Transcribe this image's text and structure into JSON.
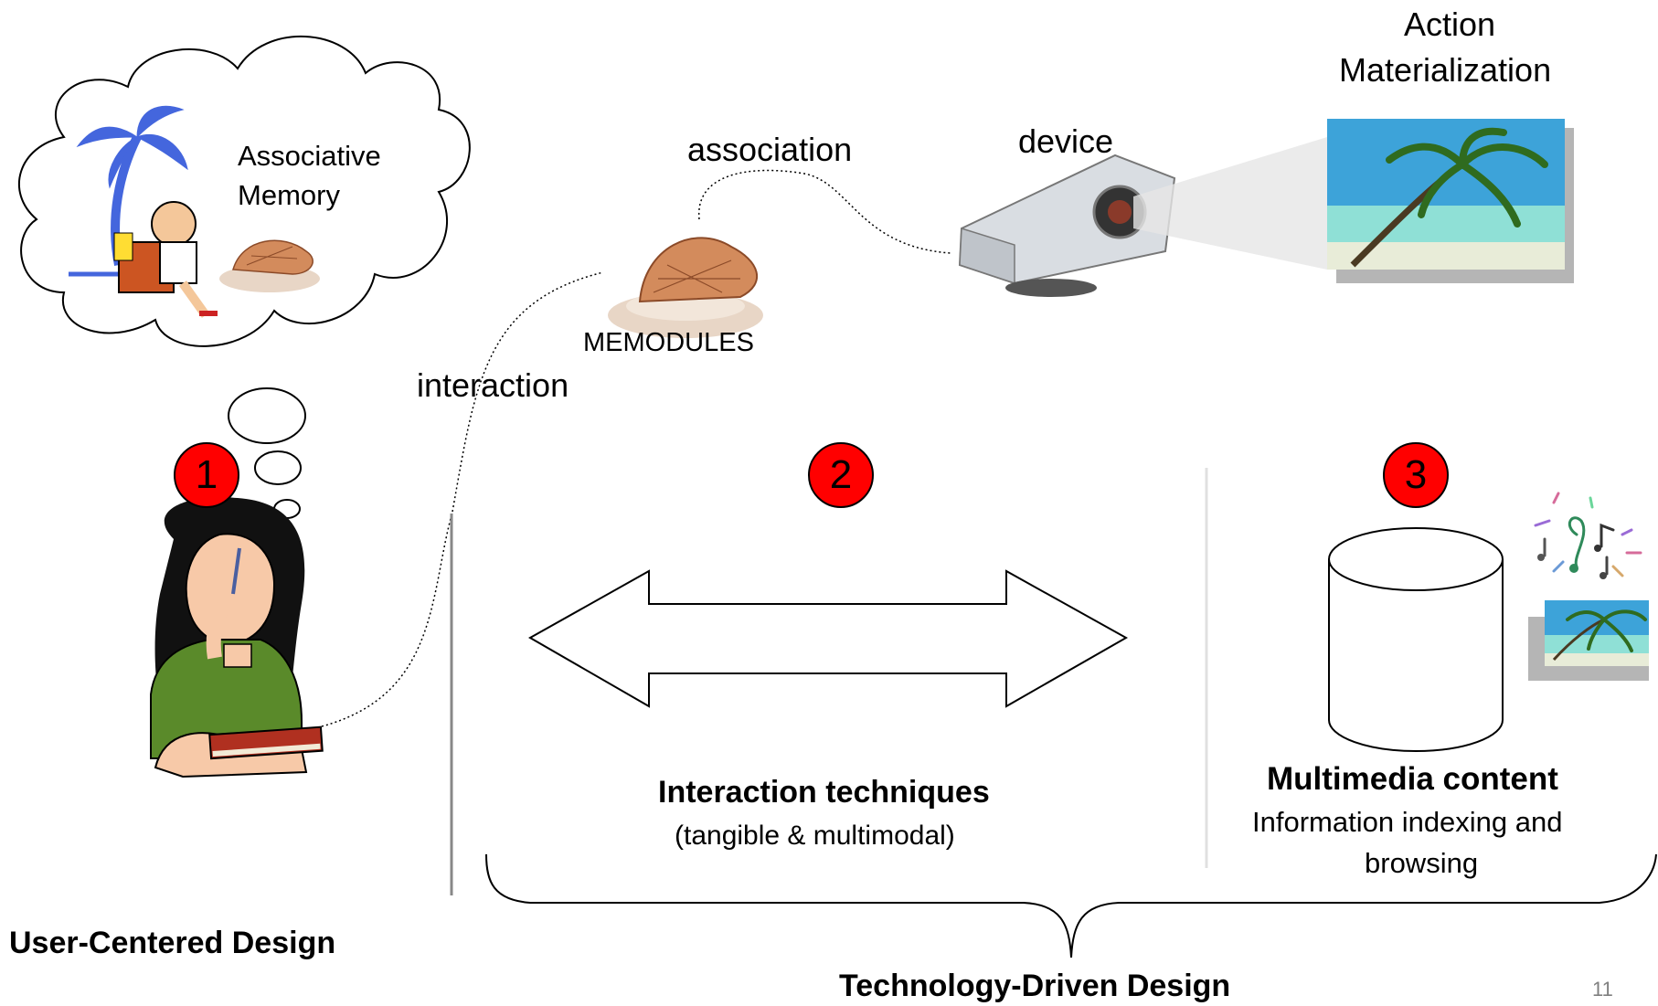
{
  "thought_bubble": {
    "line1": "Associative",
    "line2": "Memory"
  },
  "labels": {
    "association": "association",
    "device": "device",
    "memodules": "MEMODULES",
    "interaction": "interaction",
    "action_line1": "Action",
    "action_line2": "Materialization"
  },
  "steps": [
    {
      "number": "1"
    },
    {
      "number": "2"
    },
    {
      "number": "3"
    }
  ],
  "interaction": {
    "title": "Interaction techniques",
    "subtitle": "(tangible & multimodal)"
  },
  "multimedia": {
    "title": "Multimedia content",
    "line1": "Information indexing and",
    "line2": "browsing"
  },
  "user_centered": "User-Centered Design",
  "technology_driven": "Technology-Driven Design",
  "page_number": "11",
  "colors": {
    "badge": "#ff0000",
    "divider": "#888888"
  }
}
